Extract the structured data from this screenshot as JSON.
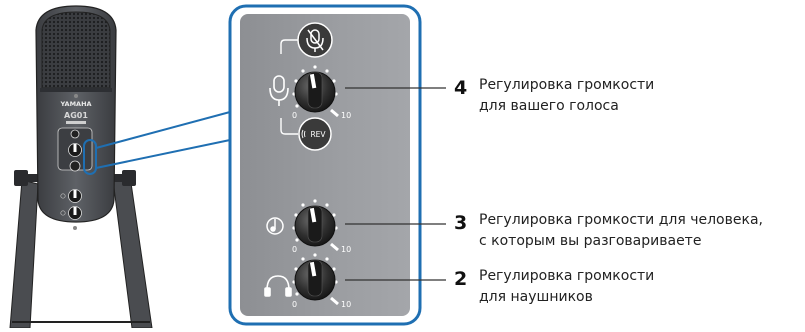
{
  "device": {
    "brand": "YAMAHA",
    "model": "AG01"
  },
  "panel": {
    "dial_min_label": "0",
    "dial_max_label": "10",
    "reverb_button_label": "REV"
  },
  "callouts": [
    {
      "number": "4",
      "line1": "Регулировка громкости",
      "line2": "для вашего голоса"
    },
    {
      "number": "3",
      "line1": "Регулировка громкости для человека,",
      "line2": "с которым вы разговариваете"
    },
    {
      "number": "2",
      "line1": "Регулировка громкости",
      "line2": "для наушников"
    }
  ],
  "colors": {
    "panel_gray": "#97999c",
    "panel_border": "#1f6fb2",
    "knob_dark": "#2b2b2b",
    "mic_body": "#4a4c50"
  }
}
